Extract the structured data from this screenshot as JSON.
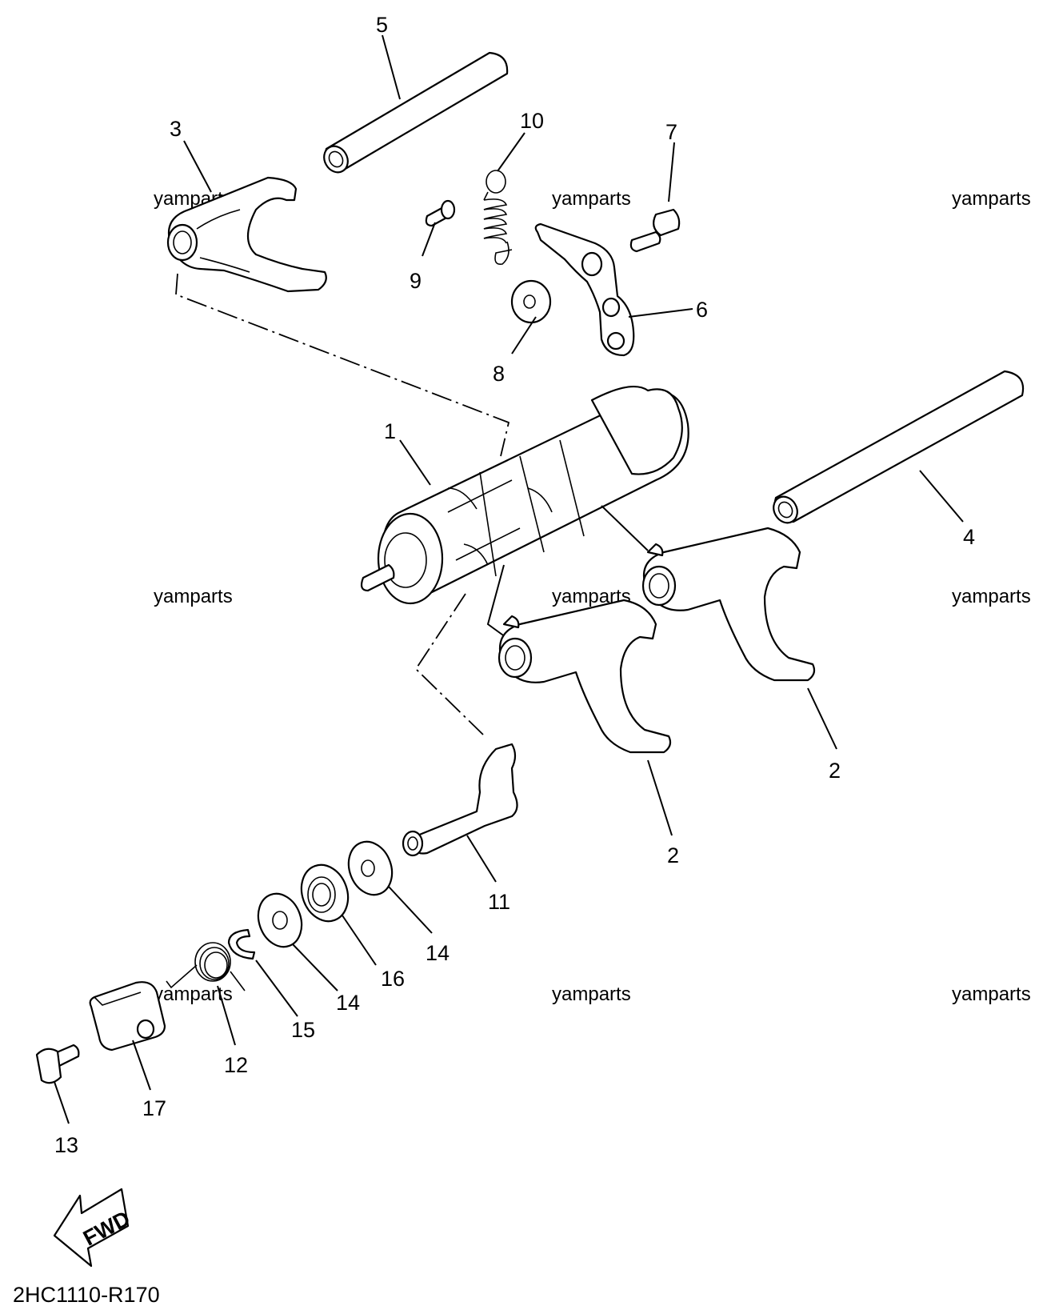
{
  "diagram": {
    "callouts": [
      "1",
      "2",
      "2",
      "3",
      "4",
      "5",
      "6",
      "7",
      "8",
      "9",
      "10",
      "11",
      "12",
      "13",
      "14",
      "14",
      "15",
      "16",
      "17"
    ],
    "watermark": "yamparts",
    "fwd_label": "FWD",
    "diagram_code": "2HC1110-R170"
  }
}
